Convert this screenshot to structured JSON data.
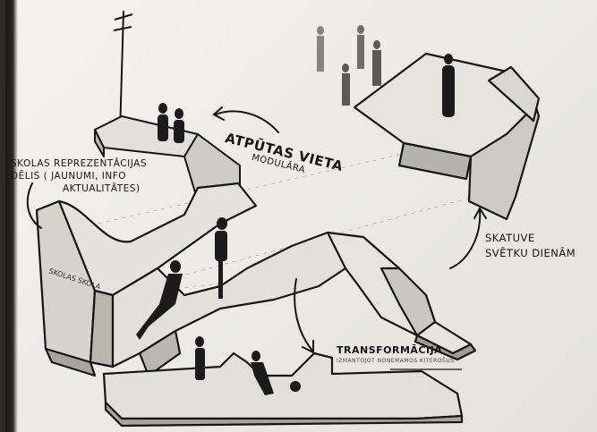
{
  "sketch": {
    "labels": {
      "school_board": {
        "line1": "SKOLAS REPREZENTĀCIJAS",
        "line2": "DĒLIS ( JAUNUMI, INFO",
        "line3": "AKTUALITĀTES)"
      },
      "rest_area": {
        "title": "ATPŪTAS VIETA",
        "subtitle": "MODULĀRA"
      },
      "stage": {
        "line1": "SKATUVE",
        "line2": "SVĒTKU DIENĀM"
      },
      "transformation": {
        "title": "TRANSFORMĀCIJA",
        "note": "IZMANTOJOT NOŅEMAMOS KITEROŠUS"
      },
      "board_sign": "SKOLAS SKOLA"
    },
    "colors": {
      "ink": "#141414",
      "paper": "#f2f1ed",
      "bench_shade": "#b9b6ae",
      "bench_light": "#e2e0da"
    }
  }
}
